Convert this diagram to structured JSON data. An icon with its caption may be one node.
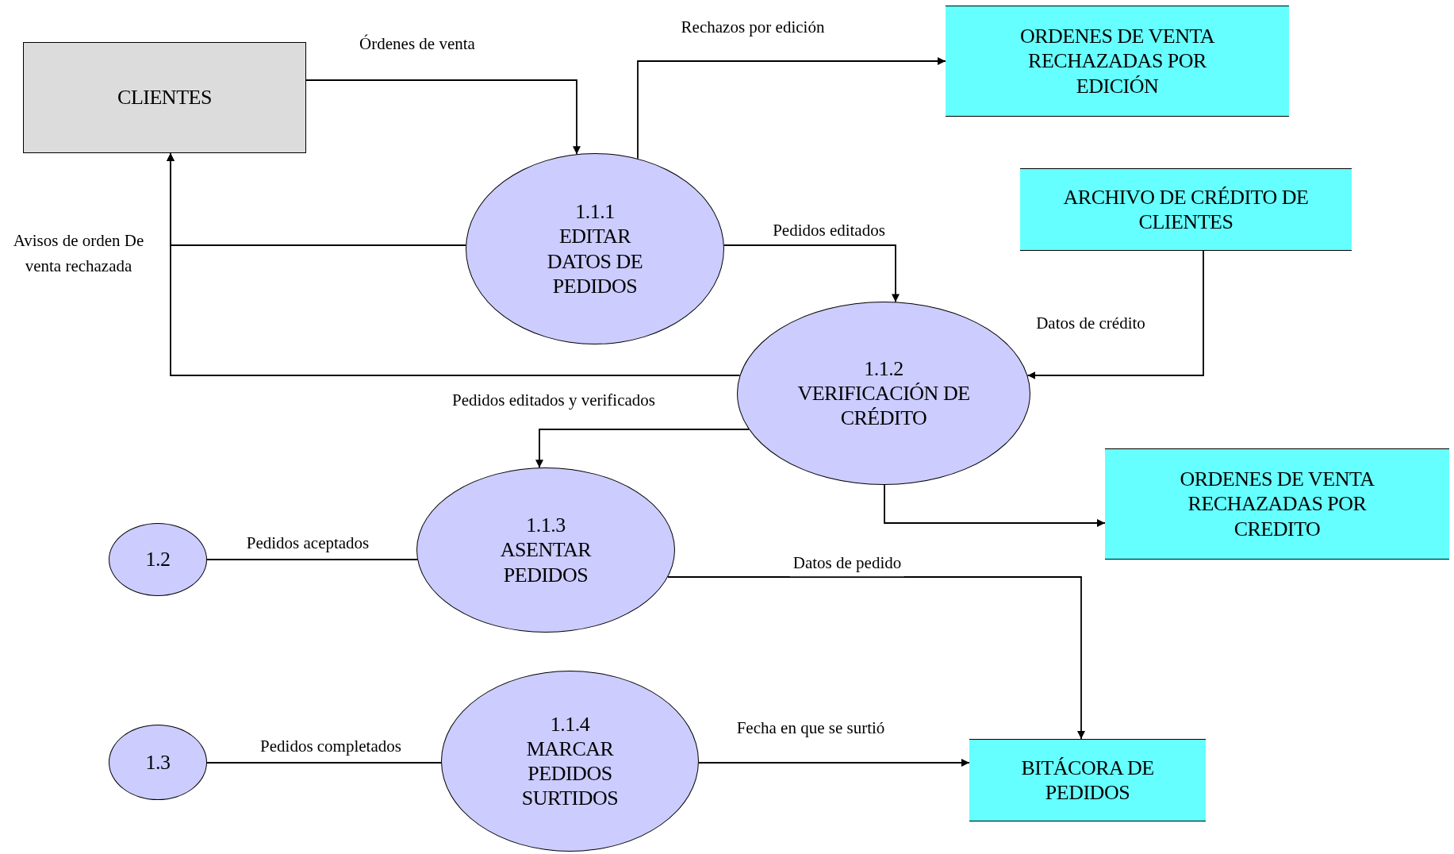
{
  "diagram": {
    "nodes": [
      {
        "text": [
          "CLIENTES"
        ]
      },
      {
        "text": [
          "ORDENES DE VENTA RECHAZADAS POR EDICIÓN"
        ]
      },
      {
        "text": [
          "1.1.1",
          "EDITAR DATOS DE PEDIDOS"
        ]
      },
      {
        "text": [
          "ARCHIVO DE CRÉDITO DE CLIENTES"
        ]
      },
      {
        "text": [
          "1.1.2",
          "VERIFICACIÓN DE CRÉDITO"
        ]
      },
      {
        "text": [
          "ORDENES DE VENTA RECHAZADAS POR CREDITO"
        ]
      },
      {
        "text": [
          "1.2"
        ]
      },
      {
        "text": [
          "1.1.3",
          "ASENTAR PEDIDOS"
        ]
      },
      {
        "text": [
          "1.3"
        ]
      },
      {
        "text": [
          "1.1.4",
          "MARCAR PEDIDOS SURTIDOS"
        ]
      },
      {
        "text": [
          "BITÁCORA DE PEDIDOS"
        ]
      }
    ],
    "edges": [
      {
        "from": 0,
        "to": 2,
        "arrow": "to",
        "label": "Órdenes de venta"
      },
      {
        "from": 2,
        "to": 1,
        "arrow": "to",
        "label": "Rechazos por edición"
      },
      {
        "from": 2,
        "to": 0,
        "arrow": "to",
        "label": "Avisos de orden De venta rechazada"
      },
      {
        "from": 4,
        "to": 0,
        "arrow": "to"
      },
      {
        "from": 2,
        "to": 4,
        "arrow": "to",
        "label": "Pedidos editados"
      },
      {
        "from": 3,
        "to": 4,
        "arrow": "to",
        "label": "Datos de crédito"
      },
      {
        "from": 4,
        "to": 7,
        "arrow": "to",
        "label": "Pedidos editados y verificados"
      },
      {
        "from": 4,
        "to": 5,
        "arrow": "to"
      },
      {
        "from": 6,
        "to": 7,
        "arrow": "none",
        "label": "Pedidos aceptados"
      },
      {
        "from": 7,
        "to": 10,
        "arrow": "to",
        "label": "Datos de pedido"
      },
      {
        "from": 8,
        "to": 9,
        "arrow": "none",
        "label": "Pedidos completados"
      },
      {
        "from": 9,
        "to": 10,
        "arrow": "to",
        "label": "Fecha en que se surtió"
      }
    ]
  }
}
